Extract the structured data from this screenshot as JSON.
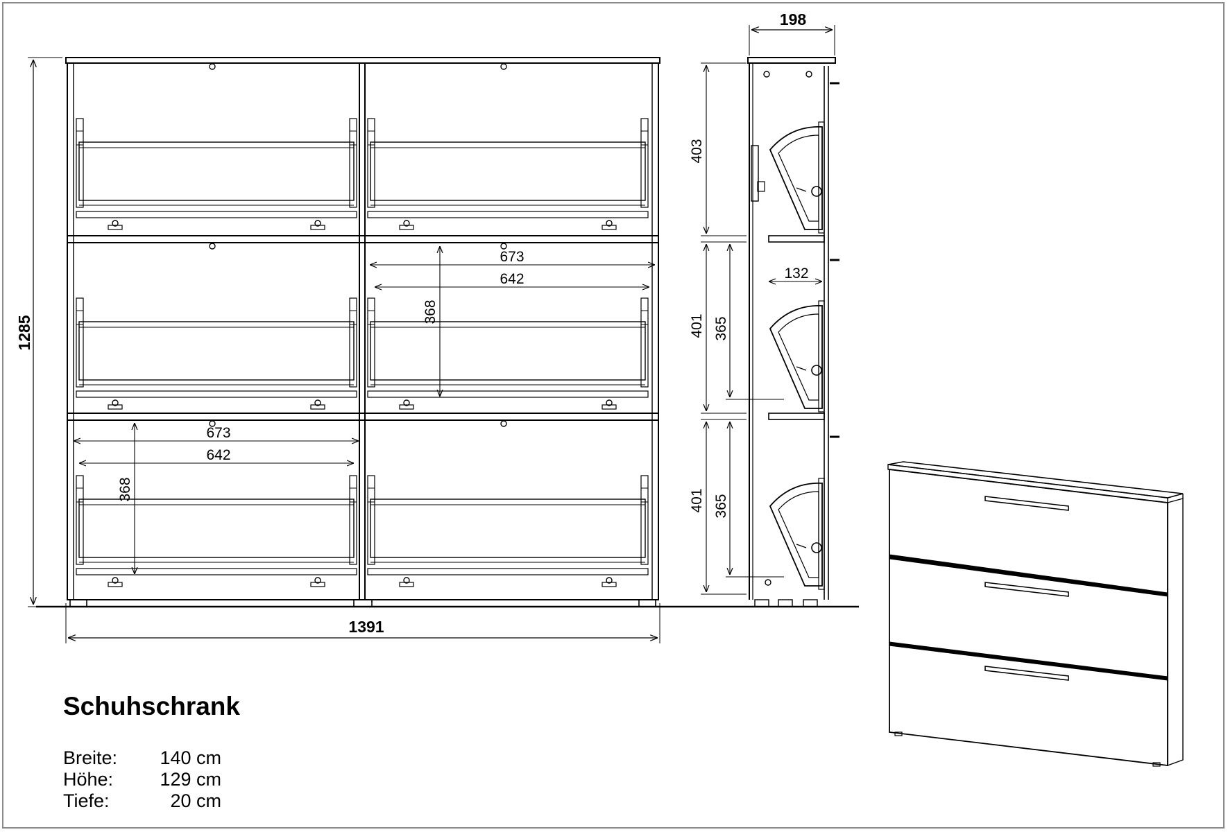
{
  "title": "Schuhschrank",
  "specs": [
    {
      "label": "Breite:",
      "value": "140 cm"
    },
    {
      "label": "Höhe:",
      "value": "129 cm"
    },
    {
      "label": "Tiefe:",
      "value": "20 cm"
    }
  ],
  "front_view": {
    "overall_height": "1285",
    "overall_width": "1391",
    "compartment_outer_width": "673",
    "compartment_inner_width": "642",
    "compartment_height": "368"
  },
  "side_view": {
    "depth": "198",
    "top_section_height": "403",
    "middle_section_height": "401",
    "bottom_section_height": "401",
    "inner_height_middle": "365",
    "inner_height_bottom": "365",
    "pivot_depth": "132"
  }
}
